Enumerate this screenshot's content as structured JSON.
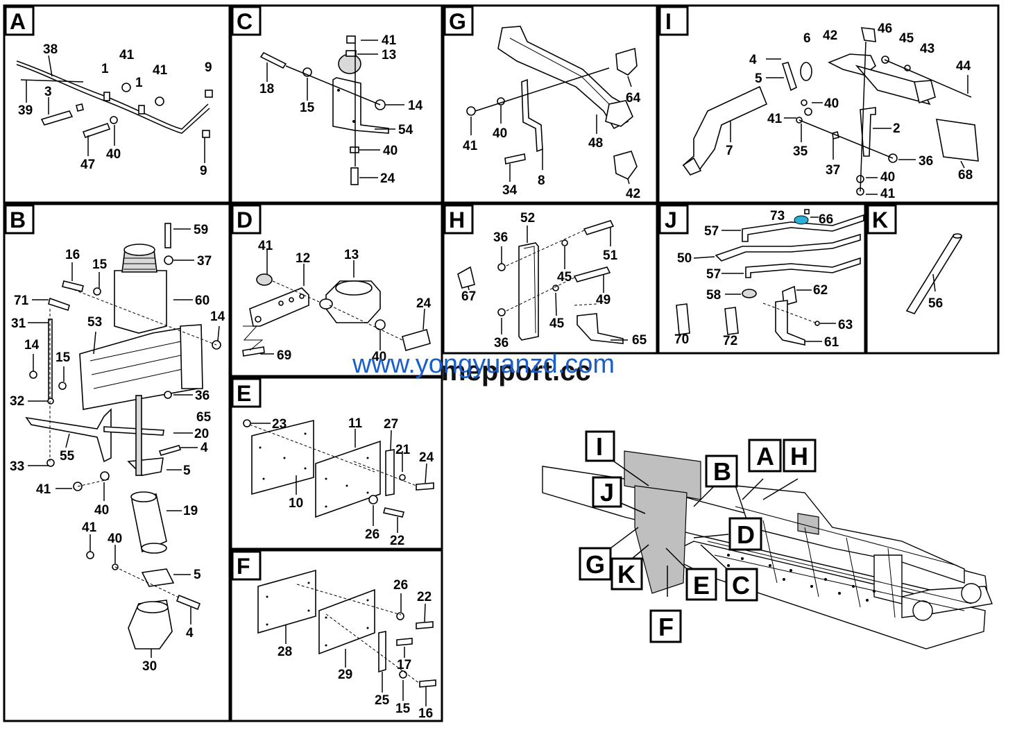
{
  "panels": {
    "A": {
      "tag": "A",
      "numbers": [
        "38",
        "41",
        "41",
        "1",
        "1",
        "9",
        "3",
        "39",
        "47",
        "40",
        "9"
      ]
    },
    "B": {
      "tag": "B",
      "numbers": [
        "59",
        "16",
        "15",
        "37",
        "71",
        "60",
        "31",
        "53",
        "14",
        "14",
        "15",
        "36",
        "32",
        "65",
        "20",
        "4",
        "33",
        "55",
        "5",
        "41",
        "40",
        "19",
        "41",
        "40",
        "5",
        "4",
        "30"
      ]
    },
    "C": {
      "tag": "C",
      "numbers": [
        "41",
        "13",
        "18",
        "15",
        "14",
        "54",
        "40",
        "24"
      ]
    },
    "D": {
      "tag": "D",
      "numbers": [
        "41",
        "12",
        "13",
        "24",
        "69",
        "40"
      ]
    },
    "E": {
      "tag": "E",
      "numbers": [
        "23",
        "11",
        "27",
        "21",
        "24",
        "10",
        "26",
        "22"
      ]
    },
    "F": {
      "tag": "F",
      "numbers": [
        "26",
        "22",
        "28",
        "29",
        "17",
        "25",
        "15",
        "16"
      ]
    },
    "G": {
      "tag": "G",
      "numbers": [
        "64",
        "41",
        "40",
        "48",
        "34",
        "8",
        "42"
      ]
    },
    "H": {
      "tag": "H",
      "numbers": [
        "52",
        "36",
        "51",
        "45",
        "67",
        "49",
        "45",
        "36",
        "65"
      ]
    },
    "I": {
      "tag": "I",
      "numbers": [
        "42",
        "46",
        "45",
        "43",
        "4",
        "6",
        "44",
        "5",
        "40",
        "41",
        "2",
        "7",
        "35",
        "37",
        "36",
        "40",
        "68",
        "41"
      ]
    },
    "J": {
      "tag": "J",
      "numbers": [
        "73",
        "66",
        "57",
        "50",
        "57",
        "58",
        "62",
        "63",
        "70",
        "72",
        "61"
      ]
    },
    "K": {
      "tag": "K",
      "numbers": [
        "56"
      ]
    }
  },
  "overview": {
    "tags": [
      "I",
      "A",
      "H",
      "B",
      "J",
      "D",
      "G",
      "K",
      "E",
      "C",
      "F"
    ]
  },
  "watermarks": {
    "primary": "www.yongyuanzd.com",
    "secondary": "mepport.cc"
  },
  "colors": {
    "line": "#000000",
    "background": "#ffffff",
    "watermark_blue": "#1a5fc9",
    "highlight": "#2ab0d8"
  }
}
